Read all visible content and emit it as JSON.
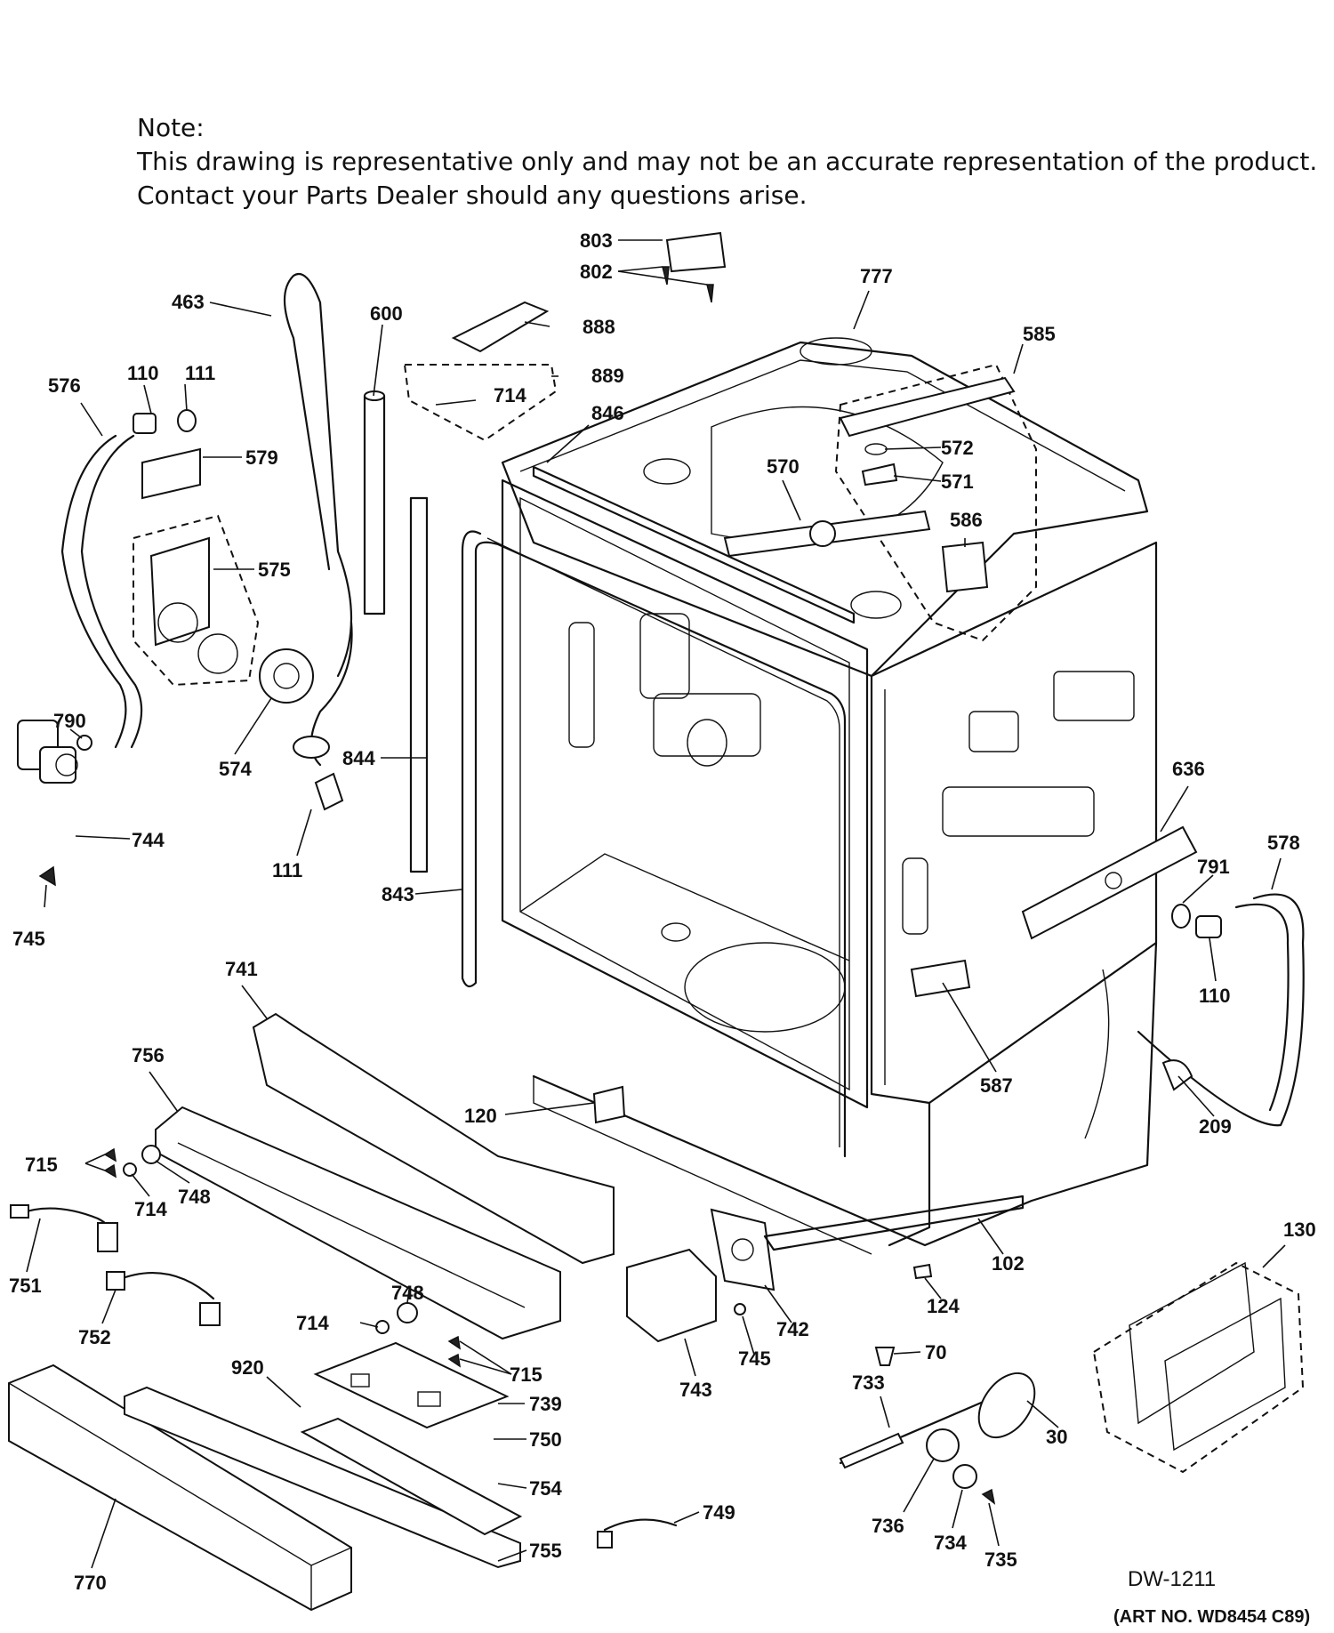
{
  "note": {
    "heading": "Note:",
    "line1": "This drawing is representative only and may not be an accurate representation of the product.",
    "line2": "Contact your Parts Dealer should any questions arise."
  },
  "drawing_id": "DW-1211",
  "art_number": "(ART NO. WD8454 C89)",
  "callouts": [
    {
      "id": "p803",
      "text": "803"
    },
    {
      "id": "p802",
      "text": "802"
    },
    {
      "id": "p777",
      "text": "777"
    },
    {
      "id": "p463",
      "text": "463"
    },
    {
      "id": "p600",
      "text": "600"
    },
    {
      "id": "p888",
      "text": "888"
    },
    {
      "id": "p585",
      "text": "585"
    },
    {
      "id": "p110a",
      "text": "110"
    },
    {
      "id": "p111a",
      "text": "111"
    },
    {
      "id": "p889",
      "text": "889"
    },
    {
      "id": "p576",
      "text": "576"
    },
    {
      "id": "p714a",
      "text": "714"
    },
    {
      "id": "p846",
      "text": "846"
    },
    {
      "id": "p579",
      "text": "579"
    },
    {
      "id": "p572",
      "text": "572"
    },
    {
      "id": "p570",
      "text": "570"
    },
    {
      "id": "p571",
      "text": "571"
    },
    {
      "id": "p586",
      "text": "586"
    },
    {
      "id": "p575",
      "text": "575"
    },
    {
      "id": "p790",
      "text": "790"
    },
    {
      "id": "p574",
      "text": "574"
    },
    {
      "id": "p844",
      "text": "844"
    },
    {
      "id": "p636",
      "text": "636"
    },
    {
      "id": "p744",
      "text": "744"
    },
    {
      "id": "p578",
      "text": "578"
    },
    {
      "id": "p791",
      "text": "791"
    },
    {
      "id": "p111b",
      "text": "111"
    },
    {
      "id": "p843",
      "text": "843"
    },
    {
      "id": "p745a",
      "text": "745"
    },
    {
      "id": "p110b",
      "text": "110"
    },
    {
      "id": "p741",
      "text": "741"
    },
    {
      "id": "p587",
      "text": "587"
    },
    {
      "id": "p756",
      "text": "756"
    },
    {
      "id": "p120",
      "text": "120"
    },
    {
      "id": "p209",
      "text": "209"
    },
    {
      "id": "p715a",
      "text": "715"
    },
    {
      "id": "p748a",
      "text": "748"
    },
    {
      "id": "p714b",
      "text": "714"
    },
    {
      "id": "p102",
      "text": "102"
    },
    {
      "id": "p751",
      "text": "751"
    },
    {
      "id": "p130",
      "text": "130"
    },
    {
      "id": "p742",
      "text": "742"
    },
    {
      "id": "p124",
      "text": "124"
    },
    {
      "id": "p748b",
      "text": "748"
    },
    {
      "id": "p752",
      "text": "752"
    },
    {
      "id": "p714c",
      "text": "714"
    },
    {
      "id": "p745b",
      "text": "745"
    },
    {
      "id": "p70",
      "text": "70"
    },
    {
      "id": "p715b",
      "text": "715"
    },
    {
      "id": "p743",
      "text": "743"
    },
    {
      "id": "p733",
      "text": "733"
    },
    {
      "id": "p920",
      "text": "920"
    },
    {
      "id": "p739",
      "text": "739"
    },
    {
      "id": "p30",
      "text": "30"
    },
    {
      "id": "p750",
      "text": "750"
    },
    {
      "id": "p736",
      "text": "736"
    },
    {
      "id": "p754",
      "text": "754"
    },
    {
      "id": "p734",
      "text": "734"
    },
    {
      "id": "p749",
      "text": "749"
    },
    {
      "id": "p735",
      "text": "735"
    },
    {
      "id": "p755",
      "text": "755"
    },
    {
      "id": "p770",
      "text": "770"
    }
  ]
}
